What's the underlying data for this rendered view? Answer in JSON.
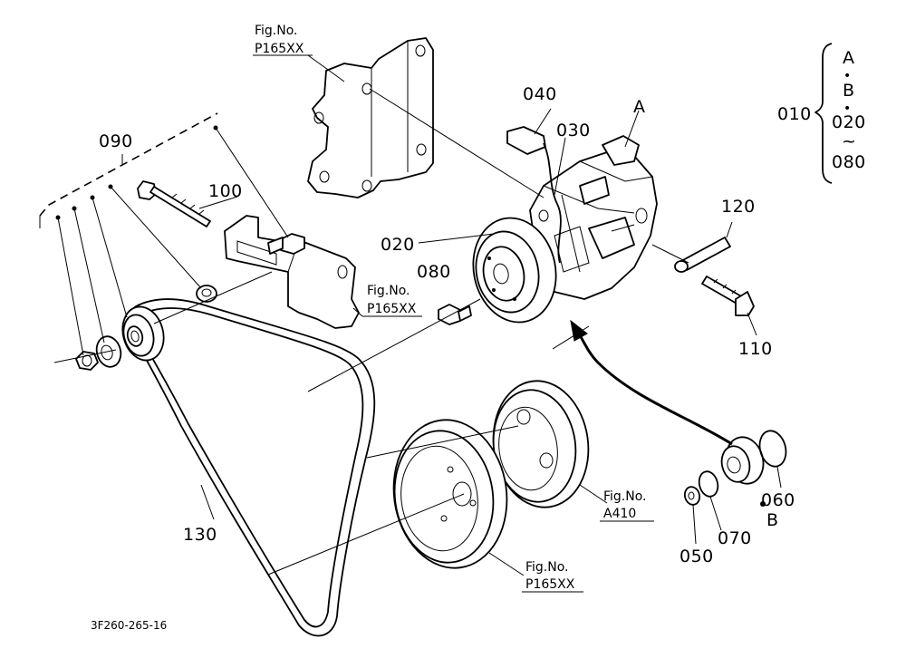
{
  "diagram": {
    "code": "3F260-265-16",
    "part_labels": {
      "p010": "010",
      "p020": "020",
      "p030": "030",
      "p040": "040",
      "p050": "050",
      "p060": "060",
      "p070": "070",
      "p080": "080",
      "p090": "090",
      "p100": "100",
      "p110": "110",
      "p120": "120",
      "p130": "130"
    },
    "assembly_labels": {
      "a": "A",
      "b": "B"
    },
    "group_010": {
      "a": "A",
      "dot1": "•",
      "b": "B",
      "dot2": "•",
      "from": "020",
      "tilde": "~",
      "to": "080"
    },
    "figure_refs": {
      "prefix": "Fig.No.",
      "top_bracket": "P165XX",
      "mid_bracket": "P165XX",
      "bottom_pulley": "P165XX",
      "crank_pulley": "A410"
    }
  }
}
